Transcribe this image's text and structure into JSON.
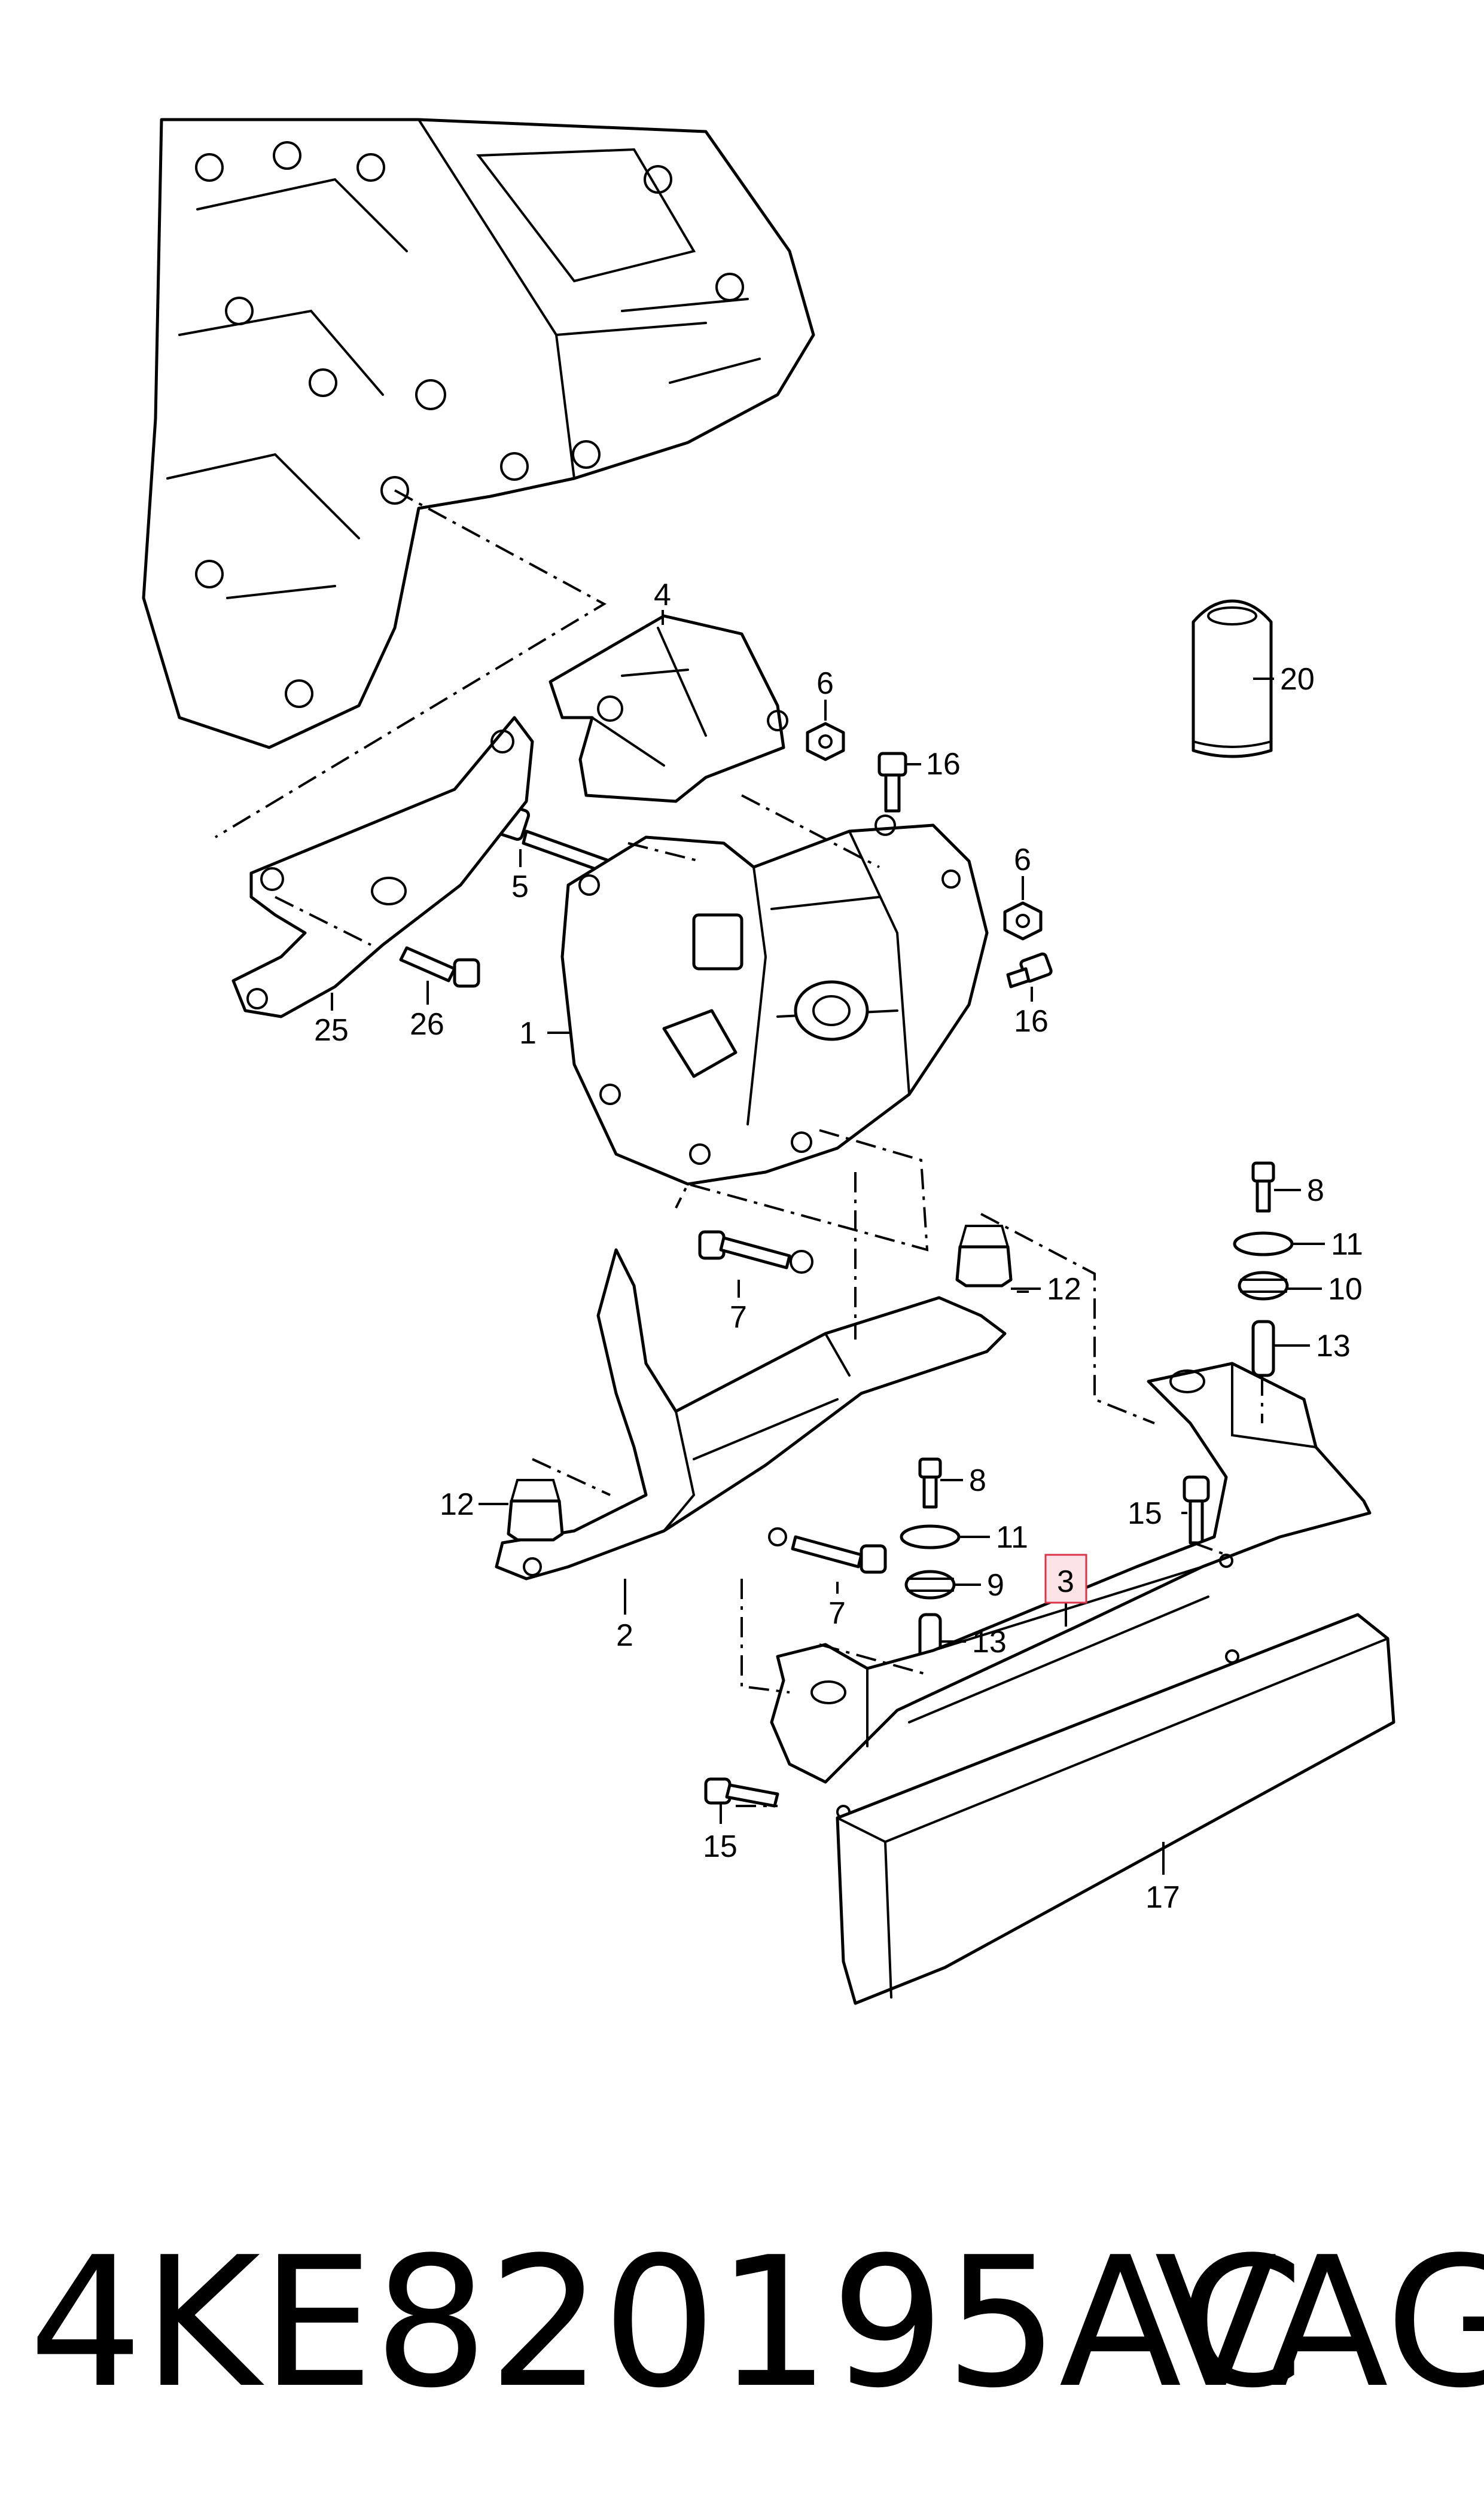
{
  "diagram": {
    "highlighted_callout": "3",
    "highlight_color": "#d8344a",
    "callouts": [
      {
        "id": "c4",
        "label": "4"
      },
      {
        "id": "c6a",
        "label": "6"
      },
      {
        "id": "c16a",
        "label": "16"
      },
      {
        "id": "c5",
        "label": "5"
      },
      {
        "id": "c6b",
        "label": "6"
      },
      {
        "id": "c16b",
        "label": "16"
      },
      {
        "id": "c1",
        "label": "1"
      },
      {
        "id": "c25",
        "label": "25"
      },
      {
        "id": "c26",
        "label": "26"
      },
      {
        "id": "c20",
        "label": "20"
      },
      {
        "id": "c8a",
        "label": "8"
      },
      {
        "id": "c11a",
        "label": "11"
      },
      {
        "id": "c10",
        "label": "10"
      },
      {
        "id": "c13a",
        "label": "13"
      },
      {
        "id": "c7a",
        "label": "7"
      },
      {
        "id": "c12a",
        "label": "12"
      },
      {
        "id": "c12b",
        "label": "12"
      },
      {
        "id": "c8b",
        "label": "8"
      },
      {
        "id": "c11b",
        "label": "11"
      },
      {
        "id": "c9",
        "label": "9"
      },
      {
        "id": "c15a",
        "label": "15"
      },
      {
        "id": "c7b",
        "label": "7"
      },
      {
        "id": "c2",
        "label": "2"
      },
      {
        "id": "c3",
        "label": "3"
      },
      {
        "id": "c13b",
        "label": "13"
      },
      {
        "id": "c15b",
        "label": "15"
      },
      {
        "id": "c17",
        "label": "17"
      }
    ]
  },
  "footer": {
    "part_number": "4KE820195AC",
    "brand": "VAG"
  }
}
